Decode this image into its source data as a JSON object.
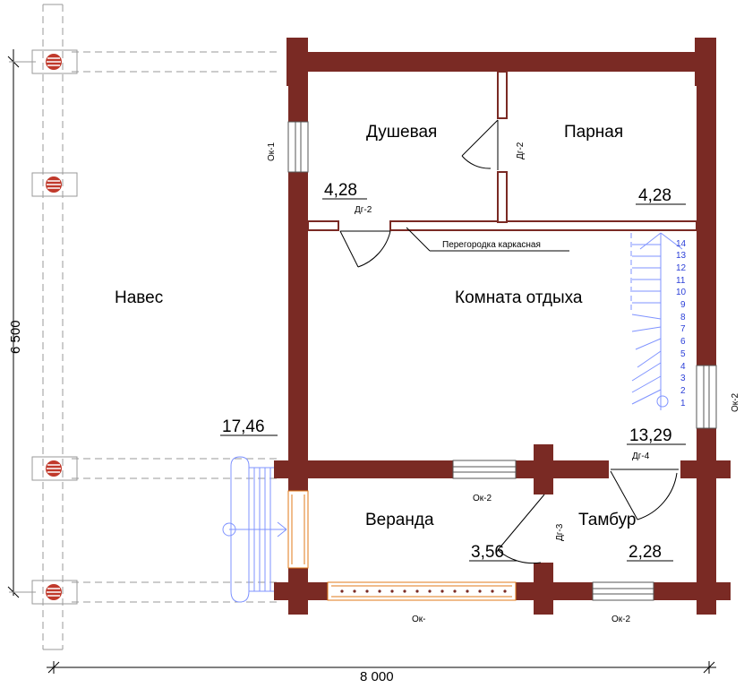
{
  "rooms": [
    {
      "name": "Душевая",
      "area": "4,28"
    },
    {
      "name": "Парная",
      "area": "4,28"
    },
    {
      "name": "Комната отдыха",
      "area": "13,29"
    },
    {
      "name": "Навес",
      "area": "17,46"
    },
    {
      "name": "Веранда",
      "area": "3,56"
    },
    {
      "name": "Тамбур",
      "area": "2,28"
    }
  ],
  "doors": {
    "dg2_top": "Дг-2",
    "dg2_bottom": "Дг-2",
    "dg3": "Дг-3",
    "dg4": "Дг-4"
  },
  "windows": {
    "ok1": "Ок-1",
    "ok2_right": "Ок-2",
    "ok2_mid": "Ок-2",
    "ok_bottom": "Ок-",
    "ok2_bottom": "Ок-2"
  },
  "partition_label": "Перегородка каркасная",
  "dimensions": {
    "width": "8 000",
    "height": "6 500"
  },
  "stair_steps": [
    "14",
    "13",
    "12",
    "11",
    "10",
    "9",
    "8",
    "7",
    "6",
    "5",
    "4",
    "3",
    "2",
    "1"
  ],
  "colors": {
    "wall": "#7a2a24",
    "stairs": "#2b3fd8",
    "railing": "#e07a1a"
  }
}
